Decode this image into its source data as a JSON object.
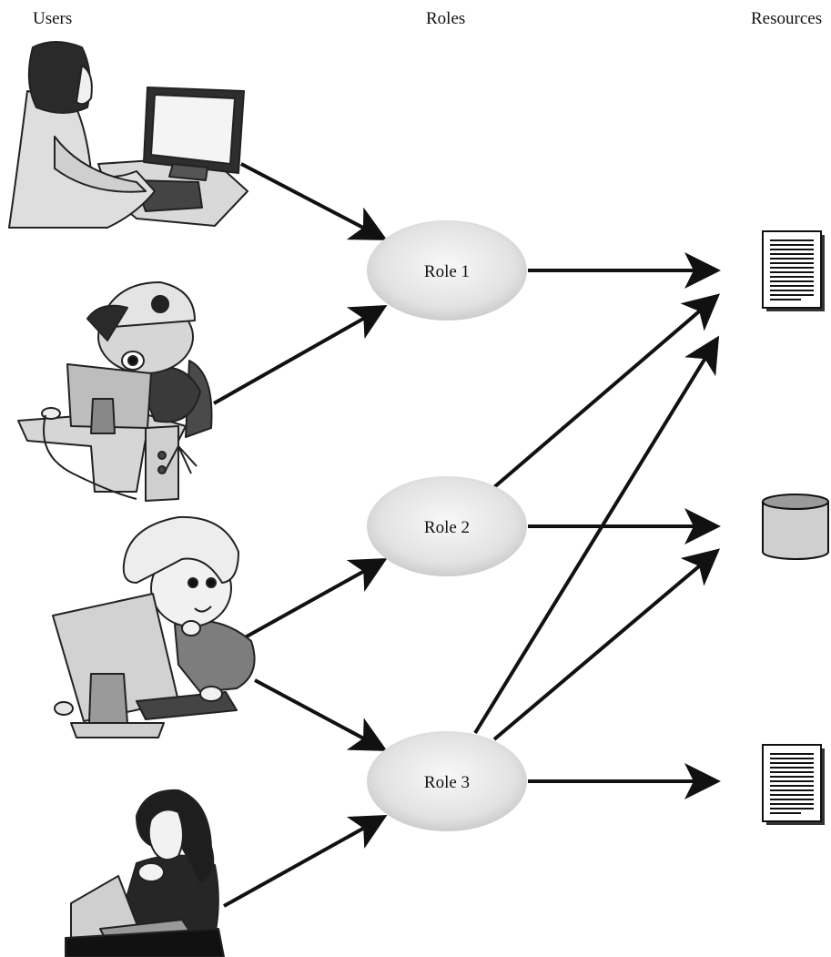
{
  "columns": {
    "users": "Users",
    "roles": "Roles",
    "resources": "Resources"
  },
  "roles": [
    {
      "label": "Role 1"
    },
    {
      "label": "Role 2"
    },
    {
      "label": "Role 3"
    }
  ],
  "users": [
    {
      "icon": "woman-at-desktop-computer-icon"
    },
    {
      "icon": "hacker-at-computer-icon"
    },
    {
      "icon": "boy-at-computer-icon"
    },
    {
      "icon": "woman-with-laptop-icon"
    }
  ],
  "resources": [
    {
      "icon": "document-icon"
    },
    {
      "icon": "database-cylinder-icon"
    },
    {
      "icon": "document-icon"
    }
  ],
  "connections": {
    "user_to_role": [
      [
        1,
        1
      ],
      [
        2,
        1
      ],
      [
        3,
        2
      ],
      [
        3,
        3
      ],
      [
        4,
        3
      ]
    ],
    "role_to_resource": [
      [
        1,
        1
      ],
      [
        2,
        1
      ],
      [
        2,
        2
      ],
      [
        3,
        1
      ],
      [
        3,
        2
      ],
      [
        3,
        3
      ]
    ]
  },
  "colors": {
    "arrow": "#111111",
    "ellipse_center": "#f7f7f7",
    "ellipse_edge": "#c8c8c8",
    "figure_fill": "#d4d4d4",
    "figure_dark": "#333333",
    "cylinder_fill": "#cfcfcf"
  }
}
